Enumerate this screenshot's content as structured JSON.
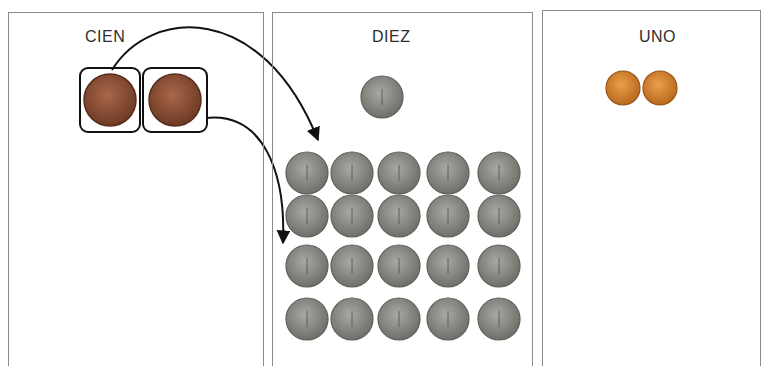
{
  "diagram": {
    "nodes": [
      {
        "text": [
          "CIEN"
        ]
      },
      {
        "text": [
          "DIEZ"
        ]
      },
      {
        "text": [
          "UNO"
        ]
      }
    ],
    "edges": [
      {
        "from": 0,
        "to": 1,
        "arrow": "to"
      },
      {
        "from": 0,
        "to": 1,
        "arrow": "to"
      }
    ]
  }
}
